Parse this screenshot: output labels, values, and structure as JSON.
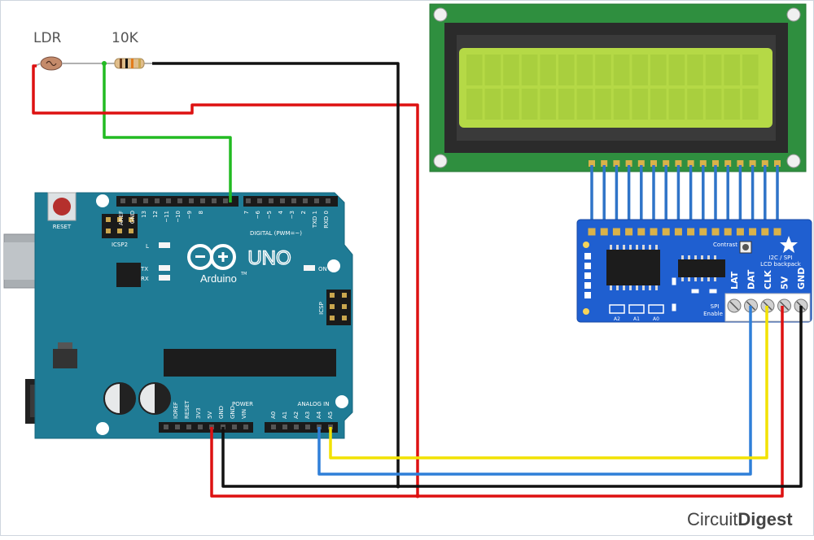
{
  "labels": {
    "ldr": "LDR",
    "resistor": "10K"
  },
  "arduino": {
    "reset": "RESET",
    "icsp2": "ICSP2",
    "icsp": "ICSP",
    "led_l": "L",
    "led_tx": "TX",
    "led_rx": "RX",
    "led_on": "ON",
    "logo": "UNO",
    "brand": "Arduino",
    "tm": "TM",
    "digital": "DIGITAL (PWM=~)",
    "power": "POWER",
    "analog": "ANALOG IN",
    "top_pins": [
      "AREF",
      "GND",
      "13",
      "12",
      "~11",
      "~10",
      "~9",
      "8",
      "7",
      "~6",
      "~5",
      "4",
      "~3",
      "2",
      "TXD 1",
      "RXD 0"
    ],
    "power_pins": [
      "IOREF",
      "RESET",
      "3V3",
      "5V",
      "GND",
      "GND",
      "VIN"
    ],
    "analog_pins": [
      "A0",
      "A1",
      "A2",
      "A3",
      "A4",
      "A5"
    ]
  },
  "backpack": {
    "contrast": "Contrast",
    "title1": "I2C / SPI",
    "title2": "LCD backpack",
    "spi1": "SPI",
    "spi2": "Enable",
    "jumpers": [
      "A2",
      "A1",
      "A0"
    ],
    "terminals": [
      "LAT",
      "DAT",
      "CLK",
      "5V",
      "GND"
    ]
  },
  "brand": {
    "circuit": "Circuit",
    "digest": "Digest"
  },
  "colors": {
    "board": "#1f7b95",
    "lcd_frame": "#2f8f3f",
    "lcd_screen": "#b5d946",
    "backpack": "#1f5fd0",
    "wire_red": "#dd1111",
    "wire_black": "#111111",
    "wire_green": "#22bb22",
    "wire_yellow": "#f2e200",
    "wire_blue": "#2f7fd8",
    "lcd_pin_wires": "#2f74c8"
  }
}
